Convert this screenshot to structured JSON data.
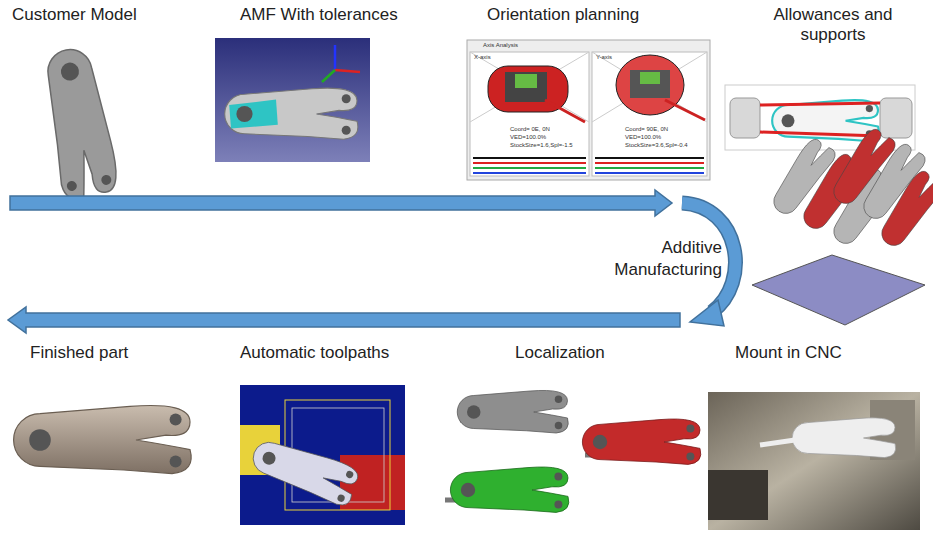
{
  "diagram": {
    "nodes": [
      {
        "text": [
          "Customer Model"
        ]
      },
      {
        "text": [
          "AMF With tolerances"
        ]
      },
      {
        "text": [
          "Orientation planning"
        ]
      },
      {
        "text": [
          "Allowances and supports"
        ]
      },
      {
        "text": [
          "Finished part"
        ]
      },
      {
        "text": [
          "Automatic toolpaths"
        ]
      },
      {
        "text": [
          "Localization"
        ]
      },
      {
        "text": [
          "Mount in CNC"
        ]
      }
    ],
    "labels": [
      "Additive Manufacturing",
      "Axis Analysis",
      "X-axis",
      "Y-axis",
      "Coord= 0E, 0N",
      "VED=100.0%",
      "StockSize=1.6,Spl=-1.5",
      "Coord= 90E, 0N",
      "VED=100.0%",
      "StockSize=3.6,Spl=-0.4"
    ]
  }
}
